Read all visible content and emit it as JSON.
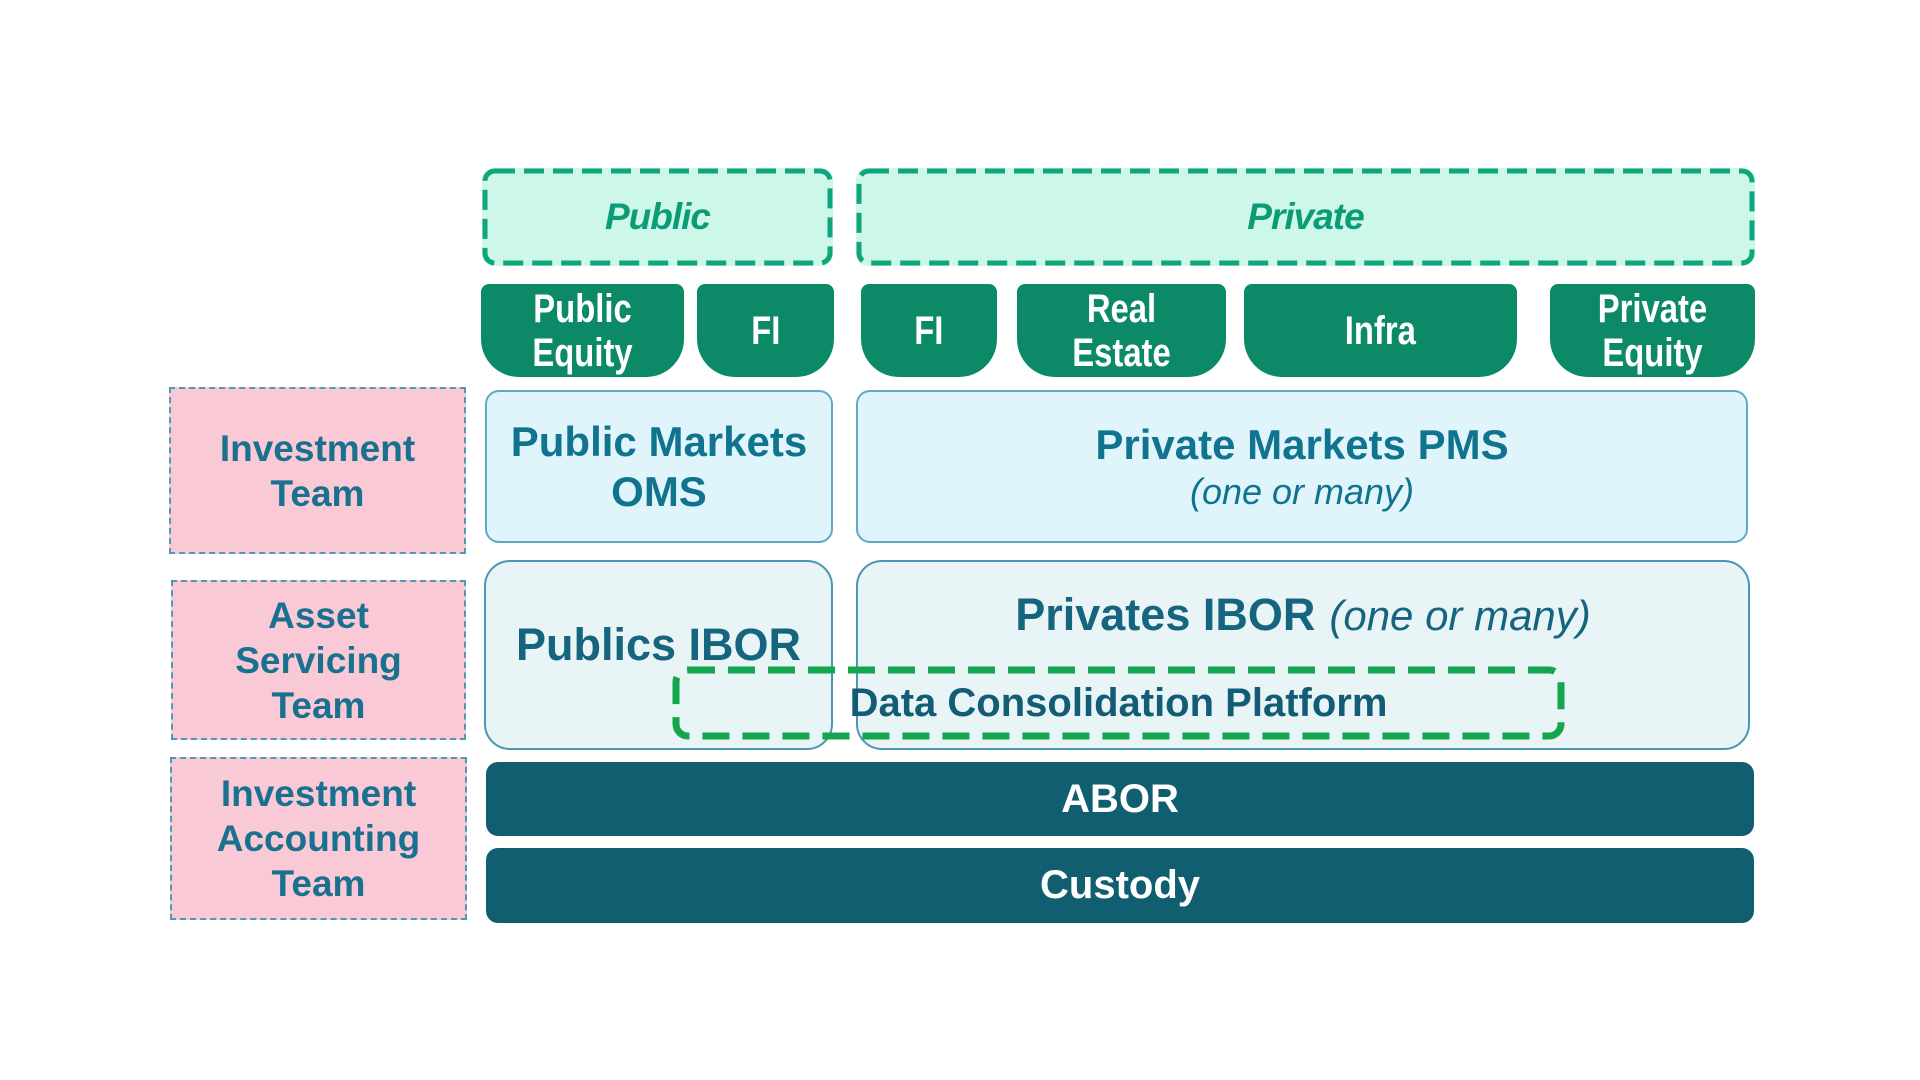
{
  "headers": {
    "public_label": "Public",
    "private_label": "Private"
  },
  "asset_class_tabs": [
    {
      "label": "Public Equity"
    },
    {
      "label": "FI"
    },
    {
      "label": "FI"
    },
    {
      "label": "Real Estate"
    },
    {
      "label": "Infra"
    },
    {
      "label": "Private Equity"
    }
  ],
  "team_labels": {
    "investment": "Investment Team",
    "asset_servicing": "Asset Servicing Team",
    "investment_accounting": "Investment Accounting Team"
  },
  "systems": {
    "public_oms": "Public Markets OMS",
    "private_pms": "Private Markets PMS",
    "private_pms_note": "(one or many)",
    "publics_ibor": "Publics IBOR",
    "privates_ibor": "Privates IBOR",
    "privates_ibor_note": "(one or many)",
    "data_consolidation": "Data Consolidation Platform",
    "abor": "ABOR",
    "custody": "Custody"
  },
  "palette": {
    "background": "#FFFFFF",
    "mint_fill": "#CCF7E9",
    "mint_border": "#0FA57D",
    "mint_text": "#0B9B77",
    "tab_fill": "#0C8A68",
    "tab_text": "#FFFFFF",
    "panel_fill": "#E0F4FB",
    "panel_border": "#5FAAC2",
    "panel_text": "#10748F",
    "ibor_fill": "#E9F4F6",
    "ibor_border": "#4997B2",
    "ibor_text": "#15657E",
    "pink_fill": "#F9CAD5",
    "pink_border": "#4D9AB5",
    "pink_text": "#19708F",
    "dcp_border": "#13A64E",
    "dcp_text": "#125D75",
    "bar_fill": "#115E71",
    "bar_text": "#FFFFFF"
  }
}
